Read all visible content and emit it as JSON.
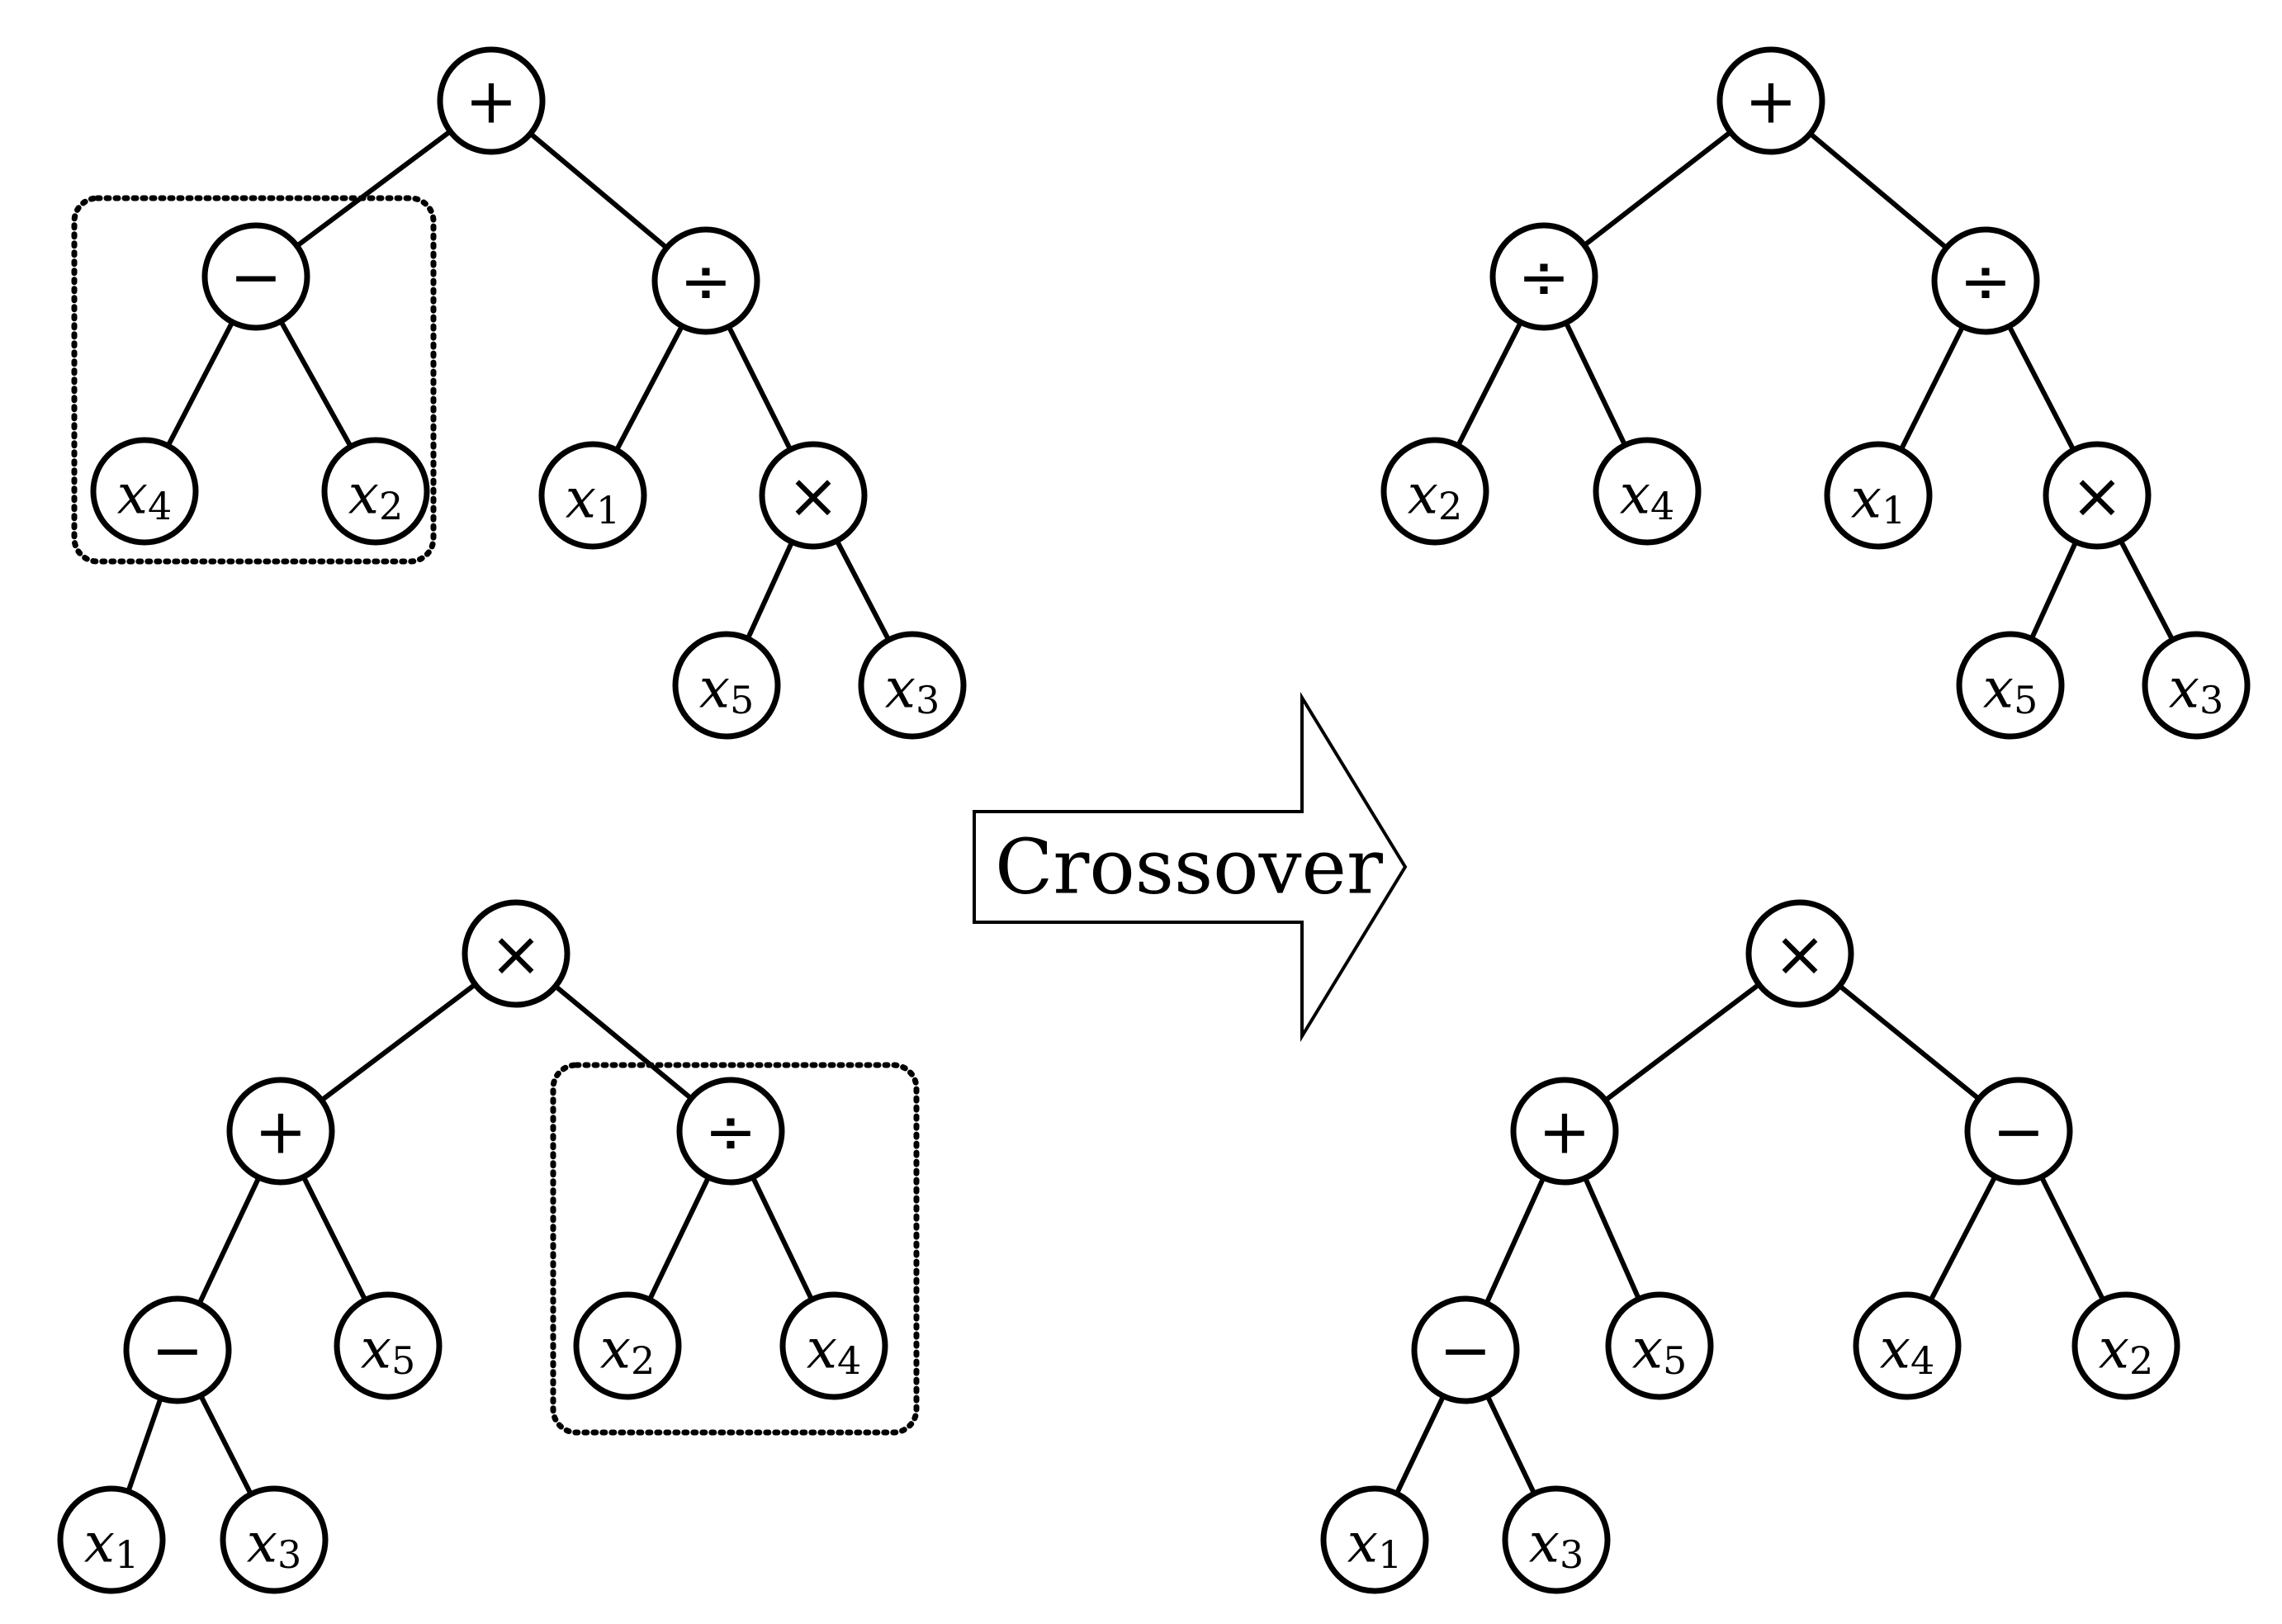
{
  "arrow": {
    "label": "Crossover"
  },
  "trees": [
    {
      "id": "parent-1",
      "root": {
        "label": "+",
        "children": [
          {
            "label": "−",
            "selected": true,
            "children": [
              {
                "label": "x4"
              },
              {
                "label": "x2"
              }
            ]
          },
          {
            "label": "÷",
            "children": [
              {
                "label": "x1"
              },
              {
                "label": "×",
                "children": [
                  {
                    "label": "x5"
                  },
                  {
                    "label": "x3"
                  }
                ]
              }
            ]
          }
        ]
      }
    },
    {
      "id": "parent-2",
      "root": {
        "label": "×",
        "children": [
          {
            "label": "+",
            "children": [
              {
                "label": "−",
                "children": [
                  {
                    "label": "x1"
                  },
                  {
                    "label": "x3"
                  }
                ]
              },
              {
                "label": "x5"
              }
            ]
          },
          {
            "label": "÷",
            "selected": true,
            "children": [
              {
                "label": "x2"
              },
              {
                "label": "x4"
              }
            ]
          }
        ]
      }
    },
    {
      "id": "child-1",
      "root": {
        "label": "+",
        "children": [
          {
            "label": "÷",
            "children": [
              {
                "label": "x2"
              },
              {
                "label": "x4"
              }
            ]
          },
          {
            "label": "÷",
            "children": [
              {
                "label": "x1"
              },
              {
                "label": "×",
                "children": [
                  {
                    "label": "x5"
                  },
                  {
                    "label": "x3"
                  }
                ]
              }
            ]
          }
        ]
      }
    },
    {
      "id": "child-2",
      "root": {
        "label": "×",
        "children": [
          {
            "label": "+",
            "children": [
              {
                "label": "−",
                "children": [
                  {
                    "label": "x1"
                  },
                  {
                    "label": "x3"
                  }
                ]
              },
              {
                "label": "x5"
              }
            ]
          },
          {
            "label": "−",
            "children": [
              {
                "label": "x4"
              },
              {
                "label": "x2"
              }
            ]
          }
        ]
      }
    }
  ]
}
